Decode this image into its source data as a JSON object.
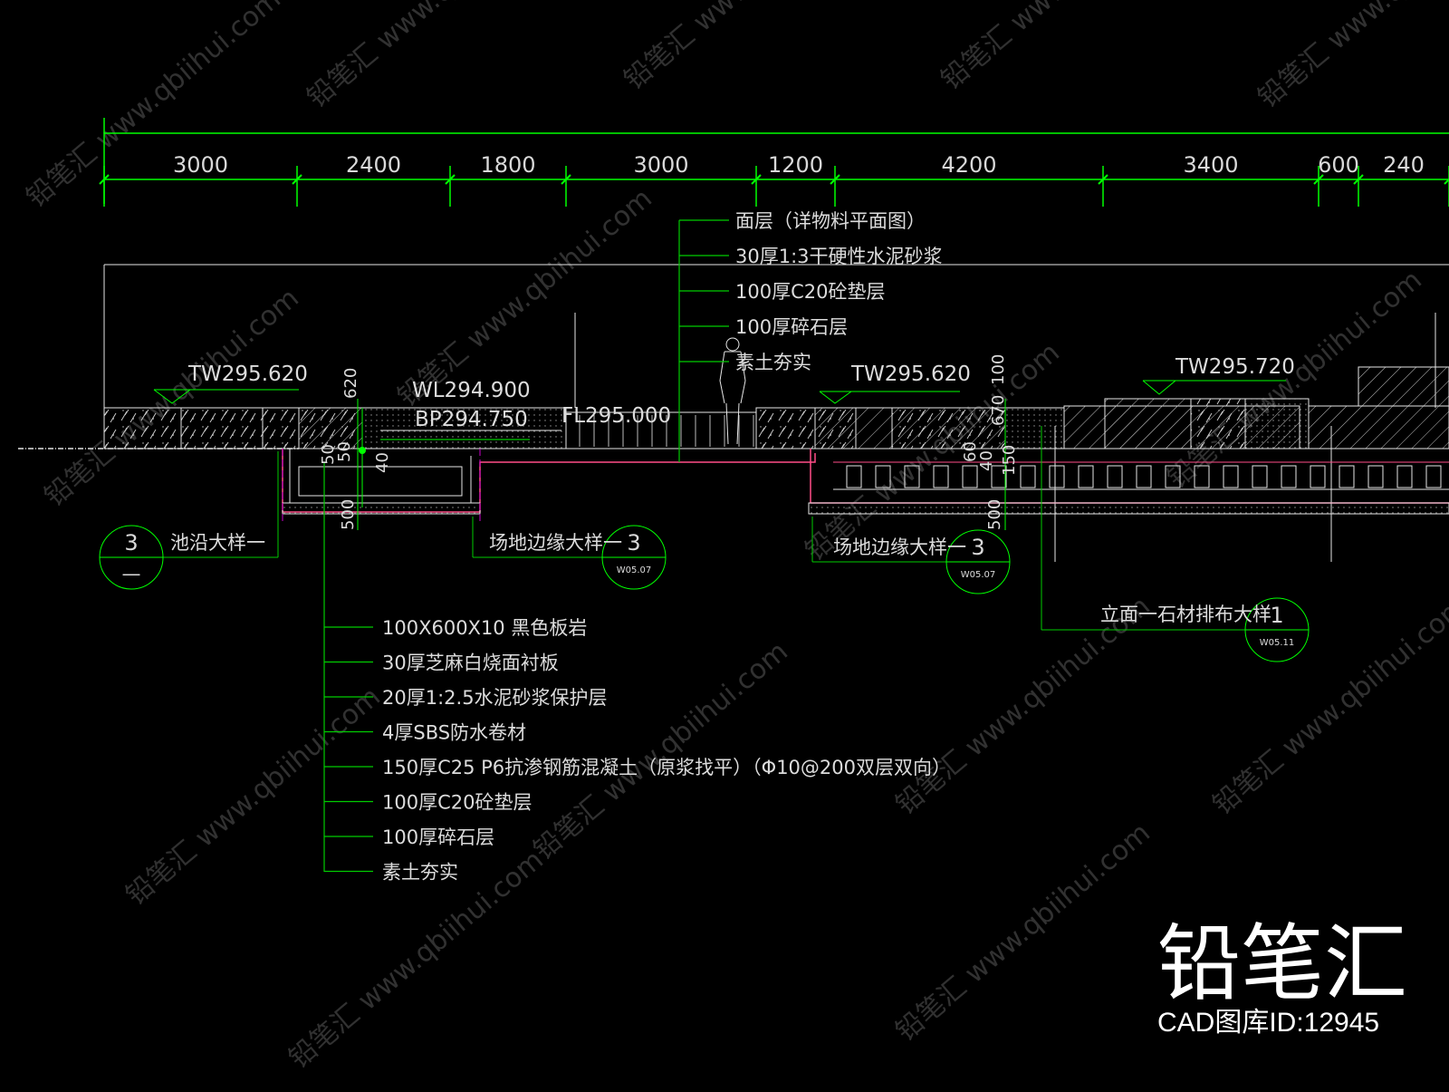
{
  "dimensions": [
    "3000",
    "2400",
    "1800",
    "3000",
    "1200",
    "4200",
    "3400",
    "600",
    "240"
  ],
  "material_callout_top": [
    "面层（详物料平面图）",
    "30厚1:3干硬性水泥砂浆",
    "100厚C20砼垫层",
    "100厚碎石层",
    "素土夯实"
  ],
  "material_callout_bottom": [
    "100X600X10  黑色板岩",
    "30厚芝麻白烧面衬板",
    "20厚1:2.5水泥砂浆保护层",
    "4厚SBS防水卷材",
    "150厚C25  P6抗渗钢筋混凝土（原浆找平）（Φ10@200双层双向）",
    "100厚C20砼垫层",
    "100厚碎石层",
    "素土夯实"
  ],
  "levels": {
    "tw_left": "TW295.620",
    "wl": "WL294.900",
    "bp": "BP294.750",
    "fl": "FL295.000",
    "tw_mid": "TW295.620",
    "tw_right": "TW295.720"
  },
  "small_dims": {
    "left_620": "620",
    "left_50a": "50",
    "left_50b": "50",
    "left_40": "40",
    "left_500": "500",
    "right_100": "100",
    "right_670": "670",
    "right_60": "60",
    "right_40": "40",
    "right_150": "150",
    "right_500": "500"
  },
  "detail_refs": [
    {
      "label": "池沿大样一",
      "num": "3",
      "sheet": "—"
    },
    {
      "label": "场地边缘大样一",
      "num": "3",
      "sheet": "W05.07"
    },
    {
      "label": "场地边缘大样一",
      "num": "3",
      "sheet": "W05.07"
    },
    {
      "label": "立面一石材排布大样",
      "num": "1",
      "sheet": "W05.11"
    }
  ],
  "branding": {
    "logo_text": "铅笔汇",
    "cad_id": "CAD图库ID:12945",
    "watermark_text": "铅笔汇  www.qbiihui.com"
  },
  "colors": {
    "background": "#000000",
    "dimension_line": "#00ff00",
    "callout_line": "#00cc00",
    "section_outline": "#ffffff",
    "hatch": "#cfcfcf",
    "waterproof_line": "#ff4d88",
    "centerline": "#cc00cc"
  }
}
